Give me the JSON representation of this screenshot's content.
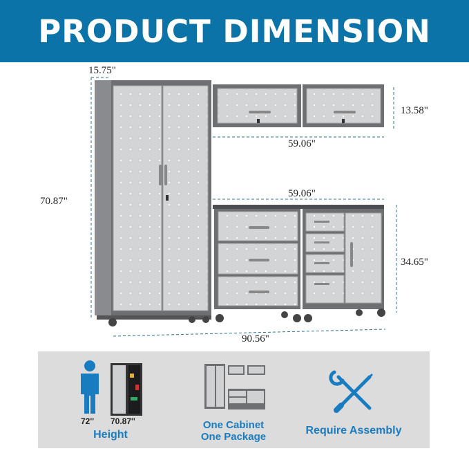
{
  "banner": {
    "title": "PRODUCT DIMENSION"
  },
  "dimensions": {
    "depth": "15.75\"",
    "total_height": "70.87\"",
    "wall_cabinet_height": "13.58\"",
    "wall_cabinet_width": "59.06\"",
    "base_cabinet_width": "59.06\"",
    "base_cabinet_height": "34.65\"",
    "total_width": "90.56\""
  },
  "features": {
    "person_height": "72''",
    "cabinet_height": "70.87''",
    "height_label": "Height",
    "package_label_line1": "One Cabinet",
    "package_label_line2": "One Package",
    "assembly_label": "Require Assembly"
  },
  "colors": {
    "banner": "#0b73a8",
    "accent": "#1a7cc0",
    "frame": "#6e6f73",
    "panel": "#c9cacc"
  },
  "icons": [
    "person-icon",
    "cabinet-photo-icon",
    "cabinet-set-icon",
    "wrench-screwdriver-icon"
  ]
}
